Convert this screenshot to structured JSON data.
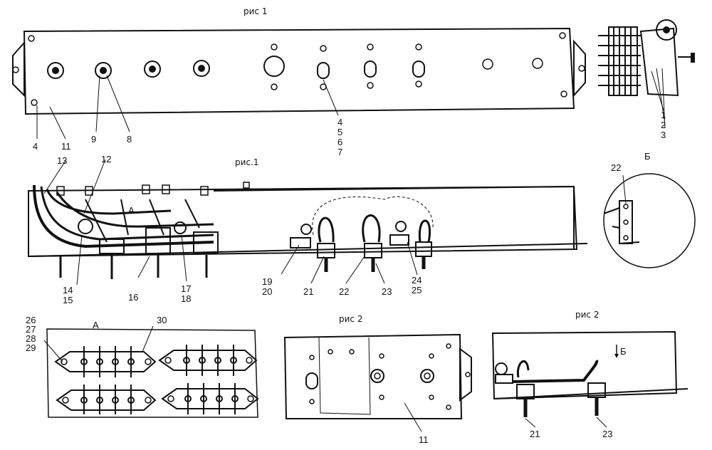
{
  "captions": {
    "fig1_top": "рис 1",
    "fig1_mid": "рис.1",
    "fig2_left": "рис 2",
    "fig2_right": "рис 2",
    "view_a": "А",
    "view_a_mark": "А",
    "view_b": "Б",
    "view_b_arrow": "Б"
  },
  "labels": {
    "l1": "1",
    "l2": "2",
    "l3": "3",
    "l4a": "4",
    "l4b": "4",
    "l5": "5",
    "l6": "6",
    "l7": "7",
    "l8": "8",
    "l9": "9",
    "l11a": "11",
    "l11b": "11",
    "l12": "12",
    "l13": "13",
    "l14": "14",
    "l15": "15",
    "l16": "16",
    "l17": "17",
    "l18": "18",
    "l19": "19",
    "l20": "20",
    "l21a": "21",
    "l21b": "21",
    "l22a": "22",
    "l22b": "22",
    "l23a": "23",
    "l23b": "23",
    "l24": "24",
    "l25": "25",
    "l26": "26",
    "l27": "27",
    "l28": "28",
    "l29": "29",
    "l30": "30"
  }
}
